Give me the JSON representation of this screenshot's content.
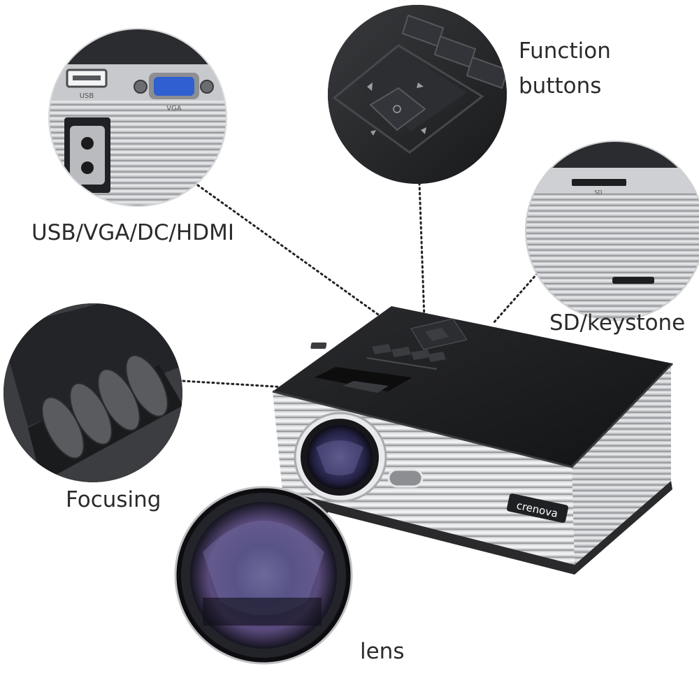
{
  "labels": {
    "function_buttons": [
      "Function",
      "buttons"
    ],
    "ports": "USB/VGA/DC/HDMI",
    "sd_keystone": "SD/keystone",
    "focusing": "Focusing",
    "lens": "lens"
  },
  "port_panel": {
    "usb_label": "USB",
    "vga_label": "VGA"
  },
  "sd_panel": {
    "sd_label": "SD"
  },
  "projector": {
    "brand": "crenova"
  },
  "colors": {
    "body_silver": "#c9cacc",
    "top_black": "#1c1d1f",
    "vga_blue": "#2f5fd0",
    "label_text": "#2b2b2b",
    "callout_dots": "#222222"
  }
}
